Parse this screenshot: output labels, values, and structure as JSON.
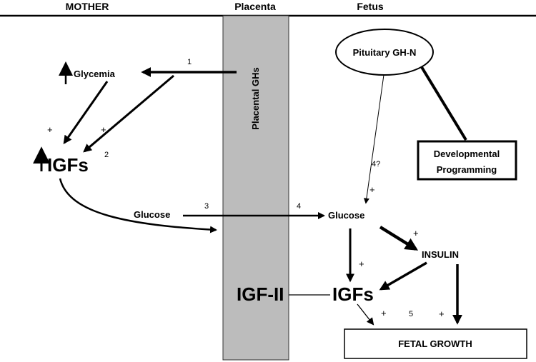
{
  "headers": {
    "mother": "MOTHER",
    "placenta": "Placenta",
    "fetus": "Fetus"
  },
  "placenta_bar": {
    "label": "Placental GHs"
  },
  "maternal": {
    "glycemia": "Glycemia",
    "igfs": "IGFs",
    "glucose": "Glucose"
  },
  "fetal": {
    "pituitary": "Pituitary GH-N",
    "dev_line1": "Developmental",
    "dev_line2": "Programming",
    "glucose": "Glucose",
    "insulin": "INSULIN",
    "igfs": "IGFs",
    "igf2": "IGF-II",
    "fetal_growth": "FETAL GROWTH"
  },
  "step_numbers": {
    "n1": "1",
    "n2": "2",
    "n3": "3",
    "n4": "4",
    "n4q": "4?",
    "n5": "5"
  },
  "signs": {
    "plus": "+"
  },
  "colors": {
    "placenta_fill": "#bcbcbc",
    "line": "#000000"
  }
}
